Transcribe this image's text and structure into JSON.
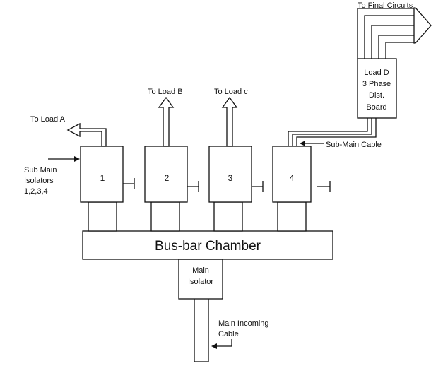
{
  "diagram": {
    "labels": {
      "to_final_circuits": "To Final  Circuits",
      "load_d_line1": "Load D",
      "load_d_line2": "3 Phase",
      "load_d_line3": "Dist.",
      "load_d_line4": "Board",
      "to_load_b": "To Load B",
      "to_load_c": "To Load c",
      "to_load_a": "To Load A",
      "sub_main_cable": "Sub-Main Cable",
      "isolators_line1": "Sub Main",
      "isolators_line2": "Isolators",
      "isolators_line3": "1,2,3,4",
      "busbar": "Bus-bar Chamber",
      "main_isolator_line1": "Main",
      "main_isolator_line2": "Isolator",
      "incoming_line1": "Main Incoming",
      "incoming_line2": "Cable"
    },
    "isolator_numbers": [
      "1",
      "2",
      "3",
      "4"
    ]
  }
}
